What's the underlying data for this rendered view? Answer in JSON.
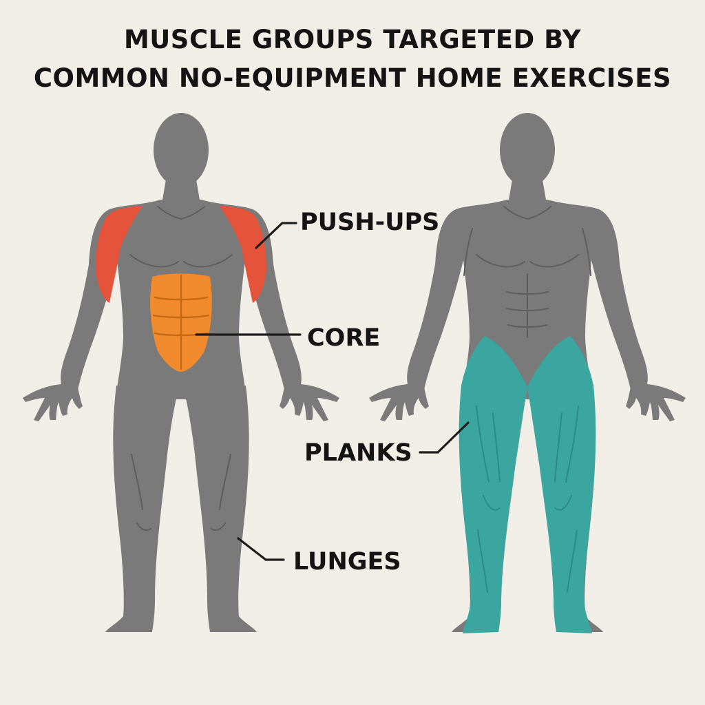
{
  "title": {
    "line1": "MUSCLE GROUPS TARGETED BY",
    "line2": "COMMON NO-EQUIPMENT HOME EXERCISES"
  },
  "labels": {
    "pushups": "PUSH-UPS",
    "core": "CORE",
    "planks": "PLANKS",
    "lunges": "LUNGES"
  },
  "colors": {
    "background": "#f1eee7",
    "body": "#7a7a7a",
    "shoulders": "#e4533a",
    "core": "#f08a2c",
    "legs": "#3aa69f",
    "text": "#141414"
  }
}
